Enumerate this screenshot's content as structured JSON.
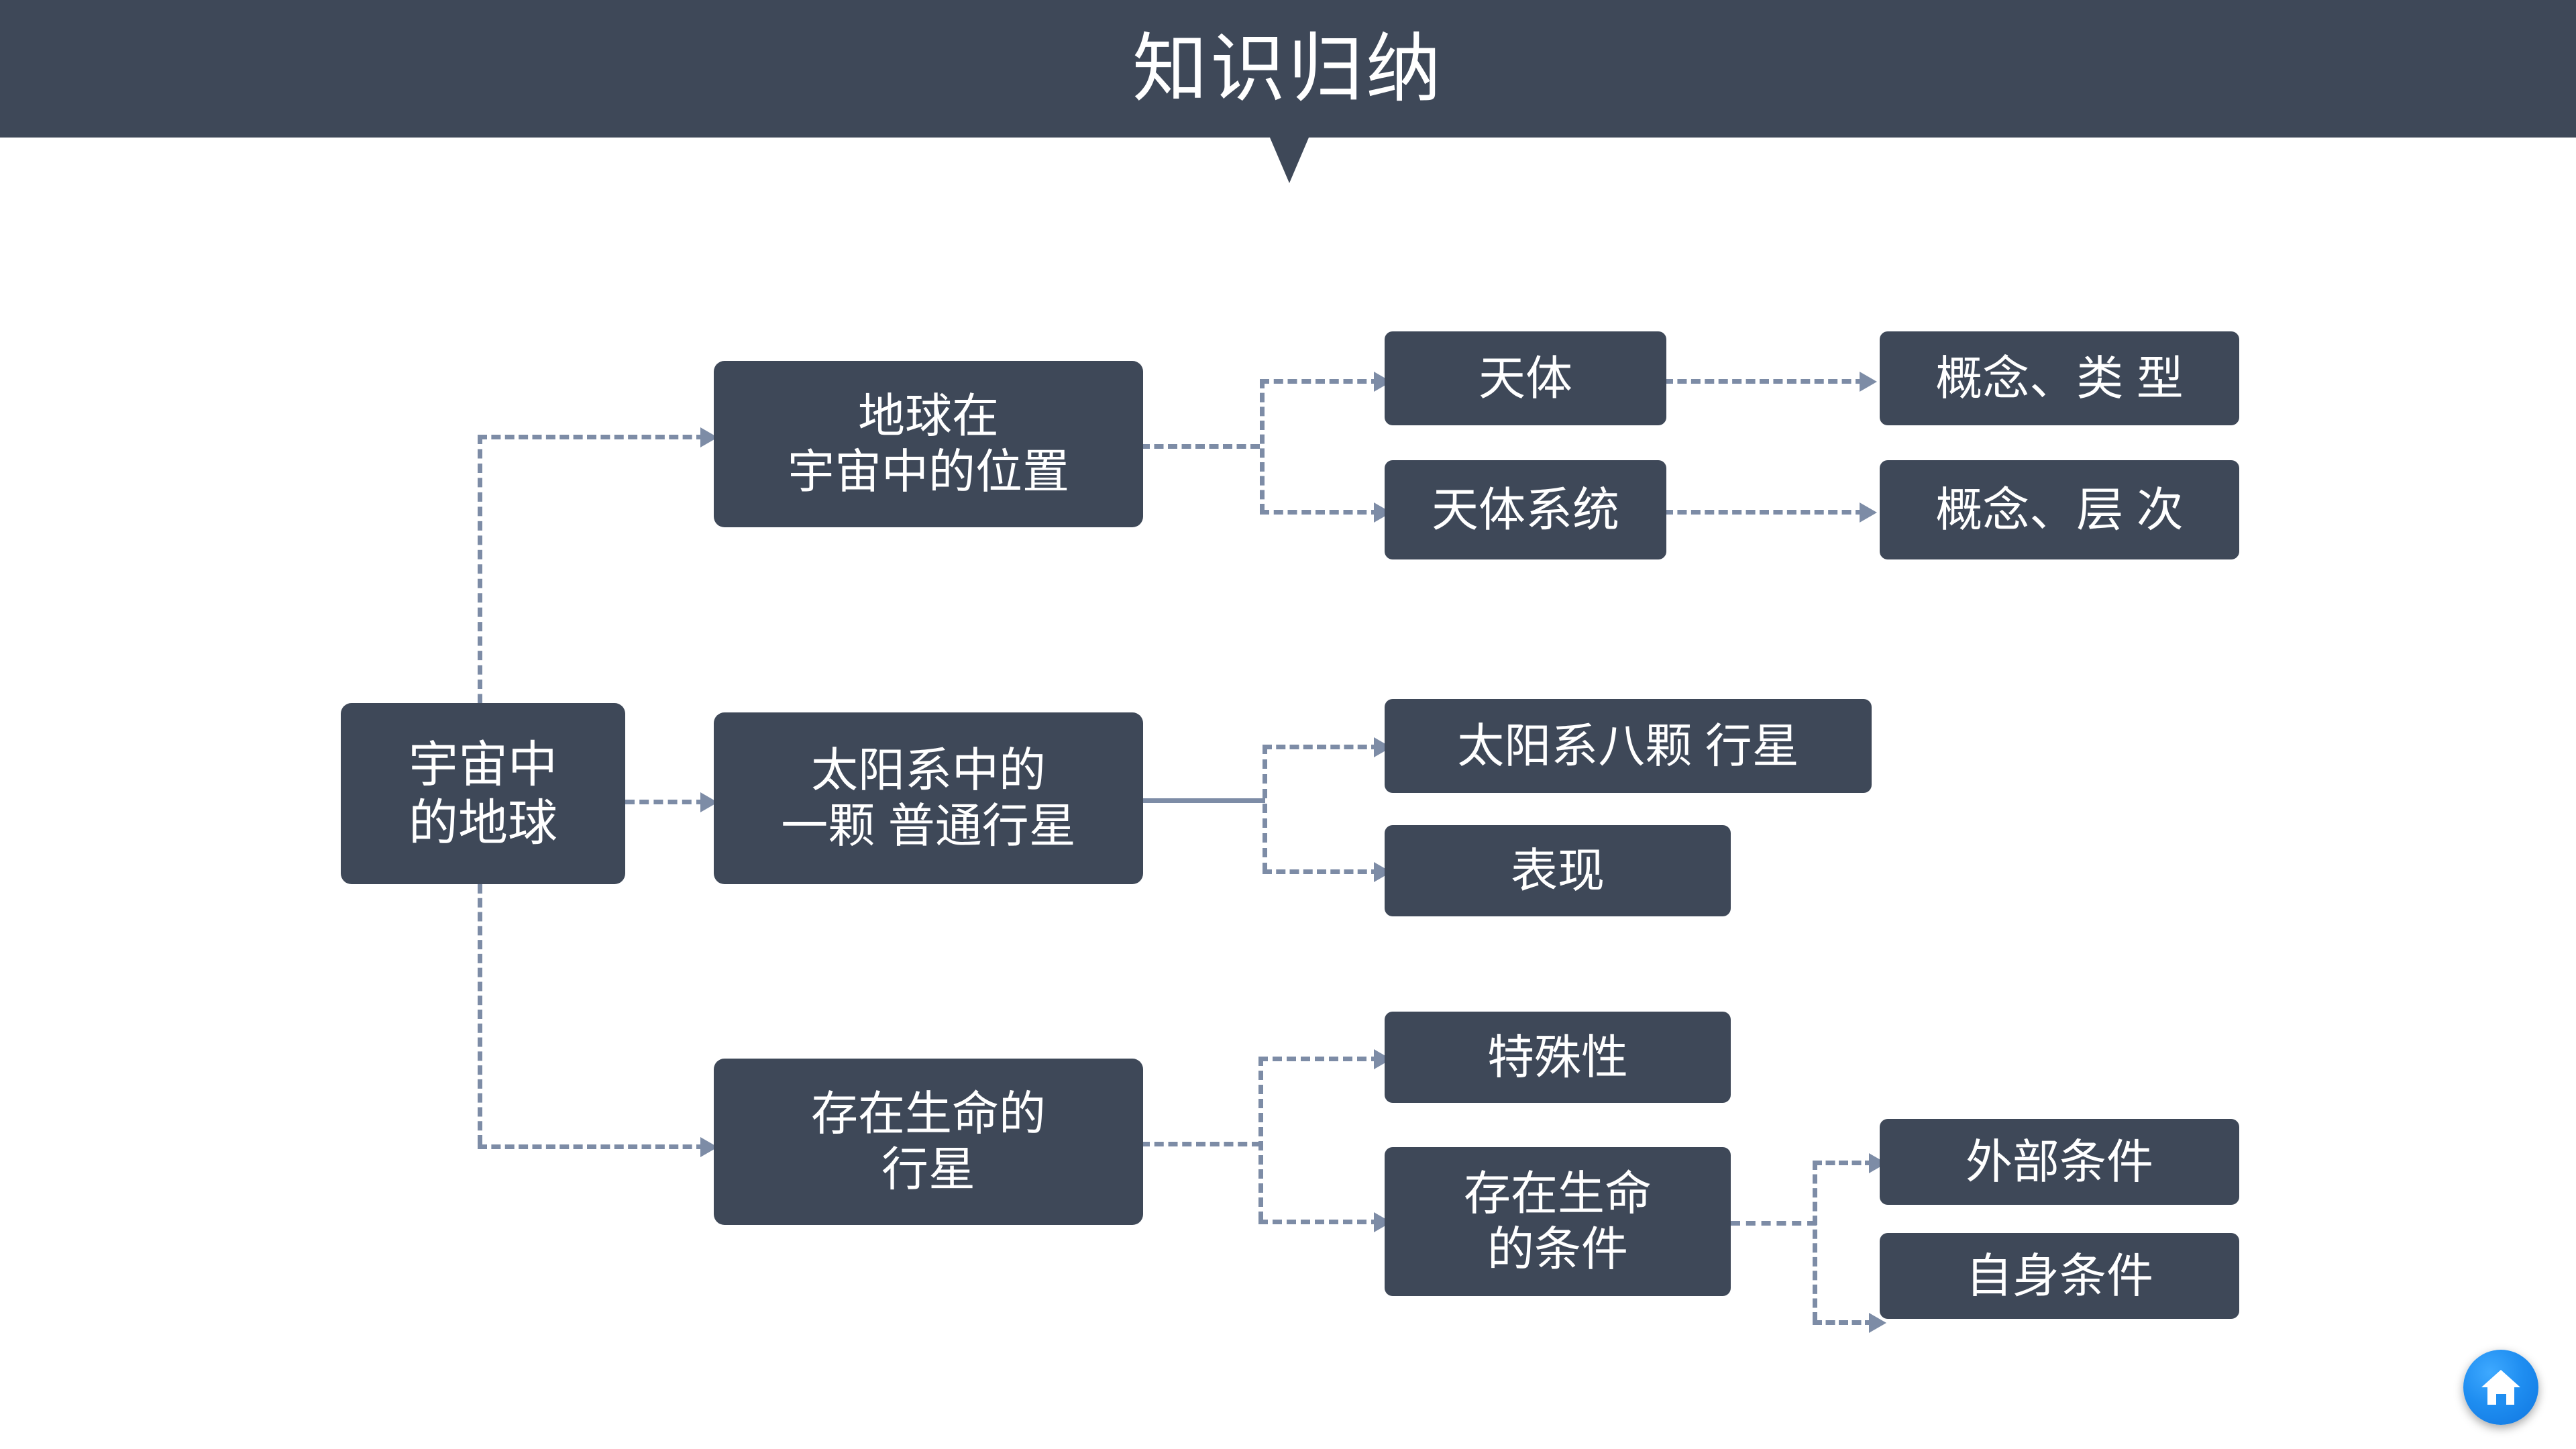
{
  "header": {
    "title": "知识归纳",
    "bg_color": "#3e4858",
    "text_color": "#ffffff"
  },
  "theme": {
    "node_fill": "#3e4858",
    "node_text": "#ffffff",
    "connector_color": "#7d8ca6",
    "page_bg": "#ffffff",
    "home_button_color": "#1f8ef1"
  },
  "diagram": {
    "type": "mind-map",
    "root": {
      "label": "宇宙中\n的地球"
    },
    "branches": [
      {
        "label": "地球在\n宇宙中的位置",
        "children": [
          {
            "label": "天体",
            "children": [
              {
                "label": "概念、类 型"
              }
            ]
          },
          {
            "label": "天体系统",
            "children": [
              {
                "label": "概念、层 次"
              }
            ]
          }
        ]
      },
      {
        "label": "太阳系中的\n一颗 普通行星",
        "children": [
          {
            "label": "太阳系八颗 行星",
            "children": []
          },
          {
            "label": "表现",
            "children": []
          }
        ]
      },
      {
        "label": "存在生命的\n行星",
        "children": [
          {
            "label": "特殊性",
            "children": []
          },
          {
            "label": "存在生命\n的条件",
            "children": [
              {
                "label": "外部条件"
              },
              {
                "label": "自身条件"
              }
            ]
          }
        ]
      }
    ]
  },
  "footer": {
    "home_button_icon": "home-icon"
  }
}
